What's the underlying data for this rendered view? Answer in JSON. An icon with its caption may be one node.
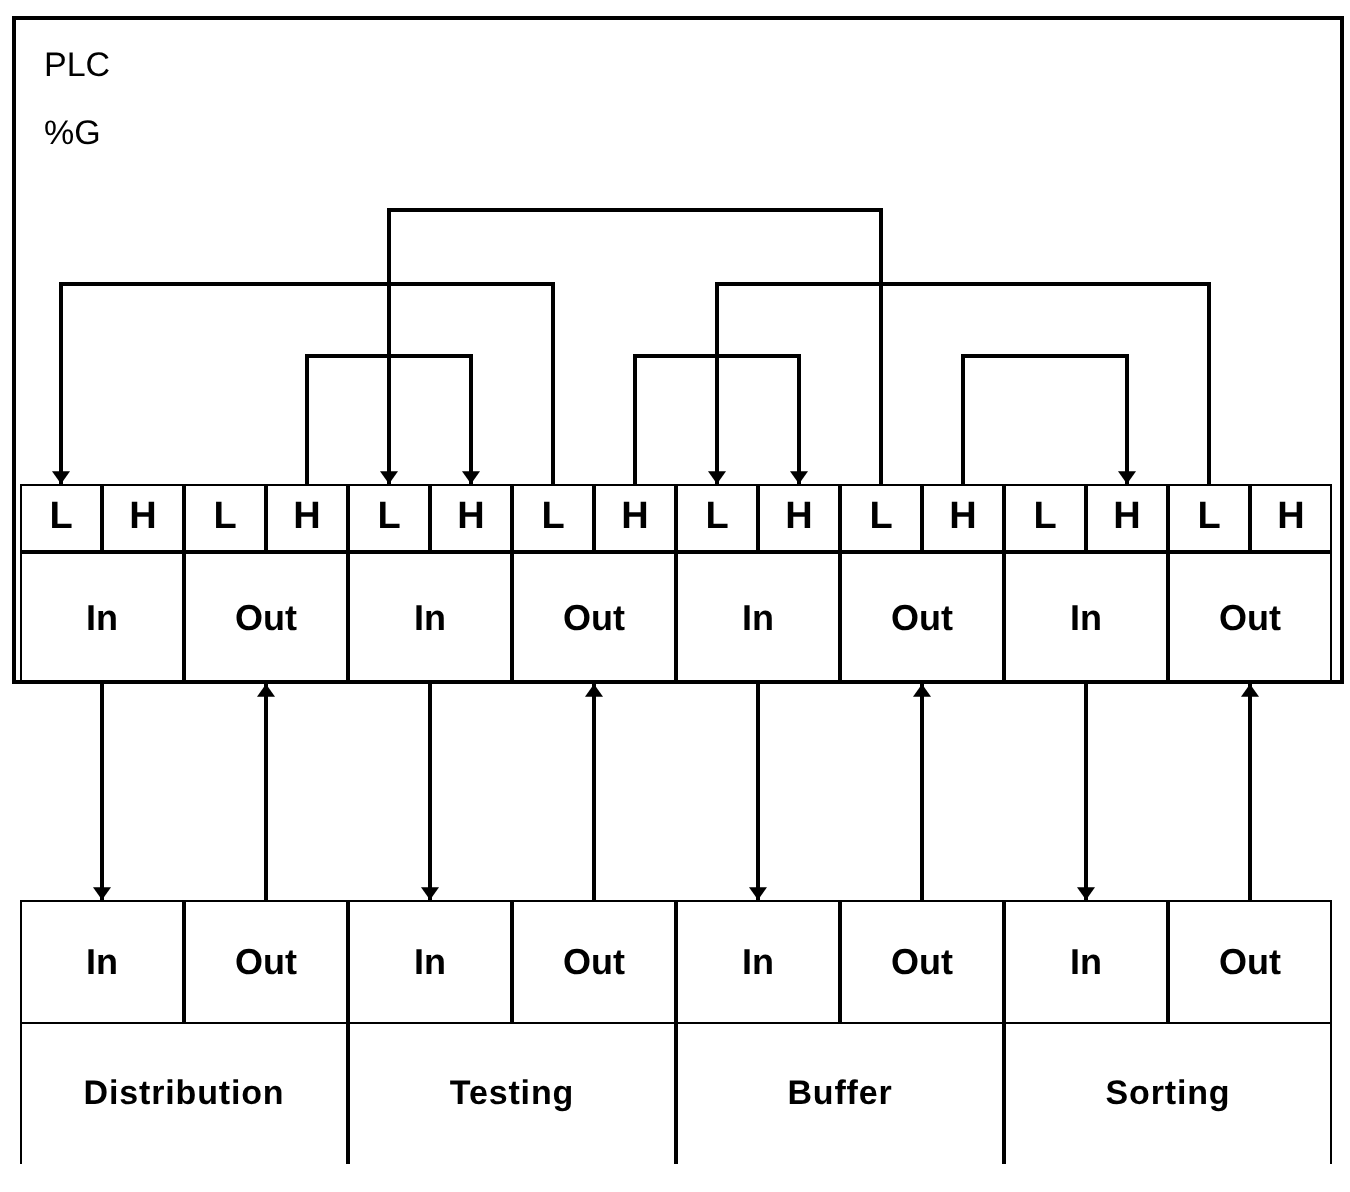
{
  "diagram": {
    "nodes": [
      {
        "text": [
          "PLC",
          "%G"
        ]
      },
      {
        "text": [
          "L"
        ],
        "in": 0
      },
      {
        "text": [
          "H"
        ],
        "in": 0
      },
      {
        "text": [
          "L"
        ],
        "in": 0
      },
      {
        "text": [
          "H"
        ],
        "in": 0
      },
      {
        "text": [
          "L"
        ],
        "in": 0
      },
      {
        "text": [
          "H"
        ],
        "in": 0
      },
      {
        "text": [
          "L"
        ],
        "in": 0
      },
      {
        "text": [
          "H"
        ],
        "in": 0
      },
      {
        "text": [
          "L"
        ],
        "in": 0
      },
      {
        "text": [
          "H"
        ],
        "in": 0
      },
      {
        "text": [
          "L"
        ],
        "in": 0
      },
      {
        "text": [
          "H"
        ],
        "in": 0
      },
      {
        "text": [
          "L"
        ],
        "in": 0
      },
      {
        "text": [
          "H"
        ],
        "in": 0
      },
      {
        "text": [
          "L"
        ],
        "in": 0
      },
      {
        "text": [
          "H"
        ],
        "in": 0
      },
      {
        "text": [
          "In"
        ],
        "in": 0
      },
      {
        "text": [
          "Out"
        ],
        "in": 0
      },
      {
        "text": [
          "In"
        ],
        "in": 0
      },
      {
        "text": [
          "Out"
        ],
        "in": 0
      },
      {
        "text": [
          "In"
        ],
        "in": 0
      },
      {
        "text": [
          "Out"
        ],
        "in": 0
      },
      {
        "text": [
          "In"
        ],
        "in": 0
      },
      {
        "text": [
          "Out"
        ],
        "in": 0
      },
      {
        "text": [
          "In"
        ]
      },
      {
        "text": [
          "Out"
        ]
      },
      {
        "text": [
          "In"
        ]
      },
      {
        "text": [
          "Out"
        ]
      },
      {
        "text": [
          "In"
        ]
      },
      {
        "text": [
          "Out"
        ]
      },
      {
        "text": [
          "In"
        ]
      },
      {
        "text": [
          "Out"
        ]
      },
      {
        "text": [
          "Distribution"
        ]
      },
      {
        "text": [
          "Testing"
        ]
      },
      {
        "text": [
          "Buffer"
        ]
      },
      {
        "text": [
          "Sorting"
        ]
      }
    ],
    "edges": [
      {
        "from": 7,
        "to": 1,
        "arrow": "to"
      },
      {
        "from": 4,
        "to": 6,
        "arrow": "to"
      },
      {
        "from": 11,
        "to": 5,
        "arrow": "to"
      },
      {
        "from": 8,
        "to": 10,
        "arrow": "to"
      },
      {
        "from": 15,
        "to": 9,
        "arrow": "to"
      },
      {
        "from": 12,
        "to": 14,
        "arrow": "to"
      },
      {
        "from": 17,
        "to": 25,
        "arrow": "to"
      },
      {
        "from": 26,
        "to": 18,
        "arrow": "to"
      },
      {
        "from": 19,
        "to": 27,
        "arrow": "to"
      },
      {
        "from": 28,
        "to": 20,
        "arrow": "to"
      },
      {
        "from": 21,
        "to": 29,
        "arrow": "to"
      },
      {
        "from": 30,
        "to": 22,
        "arrow": "to"
      },
      {
        "from": 23,
        "to": 31,
        "arrow": "to"
      },
      {
        "from": 32,
        "to": 24,
        "arrow": "to"
      }
    ]
  }
}
